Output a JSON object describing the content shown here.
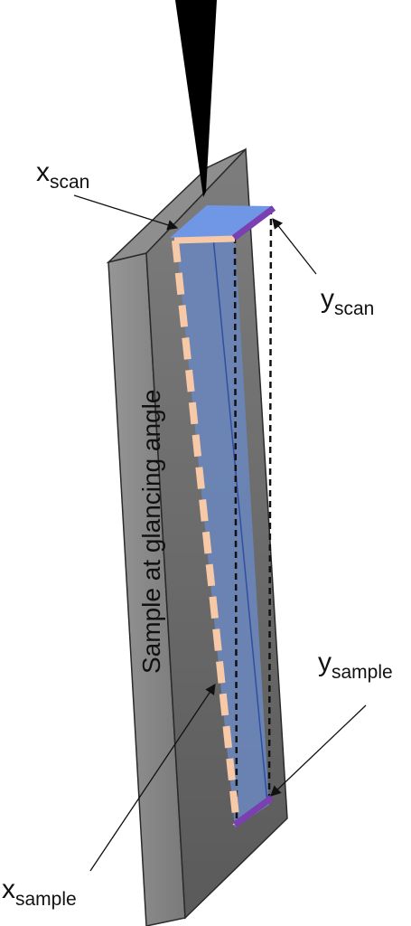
{
  "labels": {
    "x_scan": {
      "main": "x",
      "sub": "scan"
    },
    "y_scan": {
      "main": "y",
      "sub": "scan"
    },
    "y_sample": {
      "main": "y",
      "sub": "sample"
    },
    "x_sample": {
      "main": "x",
      "sub": "sample"
    },
    "sample_caption": "Sample at glancing angle"
  },
  "colors": {
    "slab_front": "#7f7f7f",
    "slab_side": "#6a6a6a",
    "slab_top": "#8e8e8e",
    "scan_area": "#6f97e6",
    "projection": "#6a86b8",
    "x_edge": "#f7c9a6",
    "y_edge": "#7a3fb0",
    "probe": "#000000"
  }
}
